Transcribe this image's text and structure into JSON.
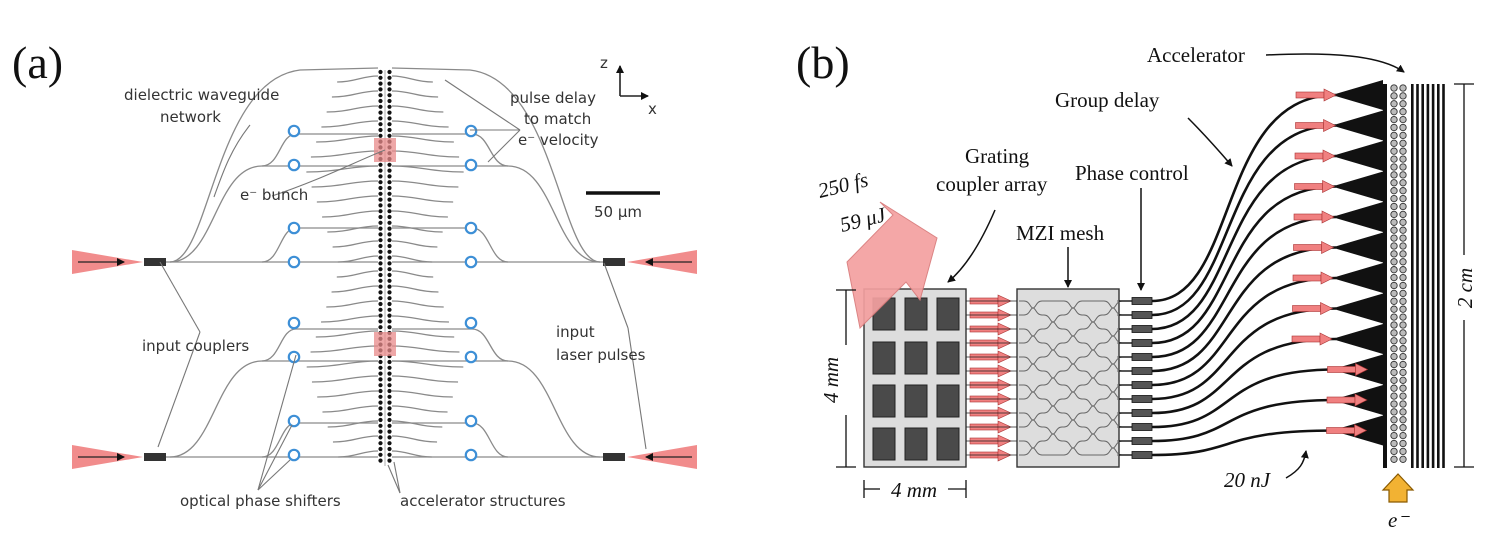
{
  "panel_a": {
    "panel_label": "(a)",
    "labels": {
      "waveguide_network": [
        "dielectric waveguide",
        "network"
      ],
      "pulse_delay": [
        "pulse delay",
        "to match",
        "e⁻ velocity"
      ],
      "e_bunch": "e⁻ bunch",
      "scale_bar": "50 μm",
      "input_couplers": "input couplers",
      "input_laser_pulses": [
        "input",
        "laser pulses"
      ],
      "optical_phase_shifters": "optical phase shifters",
      "accelerator_structures": "accelerator structures",
      "axis_z": "z",
      "axis_x": "x"
    }
  },
  "panel_b": {
    "panel_label": "(b)",
    "labels": {
      "accelerator": "Accelerator",
      "group_delay": "Group delay",
      "grating_coupler_array": [
        "Grating",
        "coupler array"
      ],
      "phase_control": "Phase control",
      "pulse_duration": "250 fs",
      "pulse_energy": "59 μJ",
      "mzi_mesh": "MZI mesh",
      "height_dim": "4 mm",
      "width_dim": "4 mm",
      "length_dim": "2 cm",
      "output_energy": "20 nJ",
      "electron": "e⁻"
    }
  },
  "colors": {
    "laser_red": "#f08080",
    "phase_shifter_blue": "#3d8fd6",
    "electron_arrow_orange": "#f2b233",
    "grating_fill": "#4a4a4a",
    "chip_fill": "#dddddd"
  }
}
